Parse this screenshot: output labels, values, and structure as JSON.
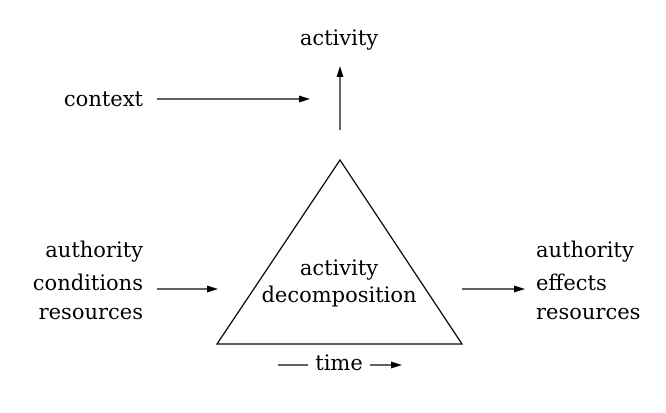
{
  "diagram": {
    "output": {
      "label": "activity"
    },
    "context": {
      "label": "context"
    },
    "inputs": {
      "lines": [
        "authority",
        "conditions",
        "resources"
      ]
    },
    "center": {
      "lines": [
        "activity",
        "decomposition"
      ]
    },
    "outputs": {
      "lines": [
        "authority",
        "effects",
        "resources"
      ]
    },
    "time": {
      "label": "time"
    },
    "colors": {
      "stroke": "#000000",
      "background": "#ffffff"
    }
  }
}
